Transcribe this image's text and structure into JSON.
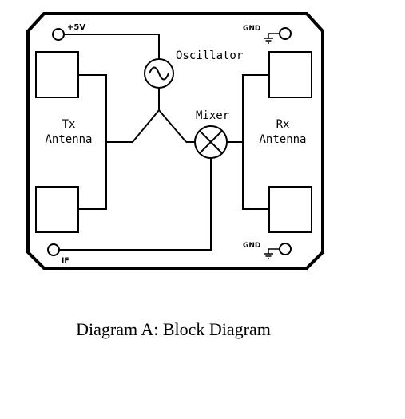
{
  "labels": {
    "plus5v": "+5V",
    "gnd_top": "GND",
    "gnd_bottom": "GND",
    "oscillator": "Oscillator",
    "mixer": "Mixer",
    "tx_line1": "Tx",
    "tx_line2": "Antenna",
    "rx_line1": "Rx",
    "rx_line2": "Antenna",
    "if": "IF"
  },
  "caption": "Diagram A: Block Diagram"
}
